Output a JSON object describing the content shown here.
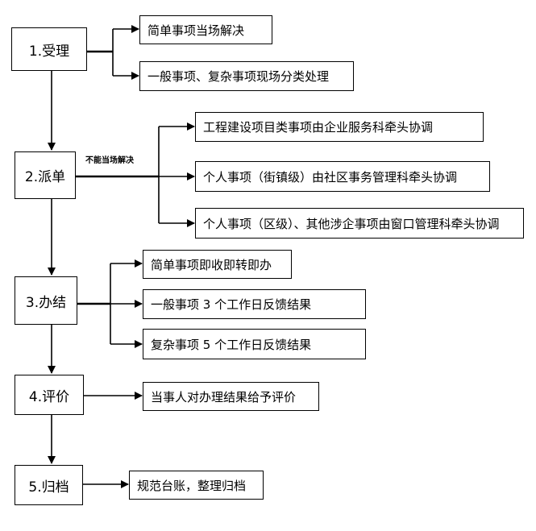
{
  "steps": [
    {
      "label": "1.受理"
    },
    {
      "label": "2.派单"
    },
    {
      "label": "3.办结"
    },
    {
      "label": "4.评价"
    },
    {
      "label": "5.归档"
    }
  ],
  "details": {
    "accept": [
      "简单事项当场解决",
      "一般事项、复杂事项现场分类处理"
    ],
    "dispatch": [
      "工程建设项目类事项由企业服务科牵头协调",
      "个人事项（街镇级）由社区事务管理科牵头协调",
      "个人事项（区级）、其他涉企事项由窗口管理科牵头协调"
    ],
    "complete": [
      "简单事项即收即转即办",
      "一般事项 3 个工作日反馈结果",
      "复杂事项 5 个工作日反馈结果"
    ],
    "evaluate": [
      "当事人对办理结果给予评价"
    ],
    "archive": [
      "规范台账，整理归档"
    ]
  },
  "dispatch_note": "不能当场解决"
}
